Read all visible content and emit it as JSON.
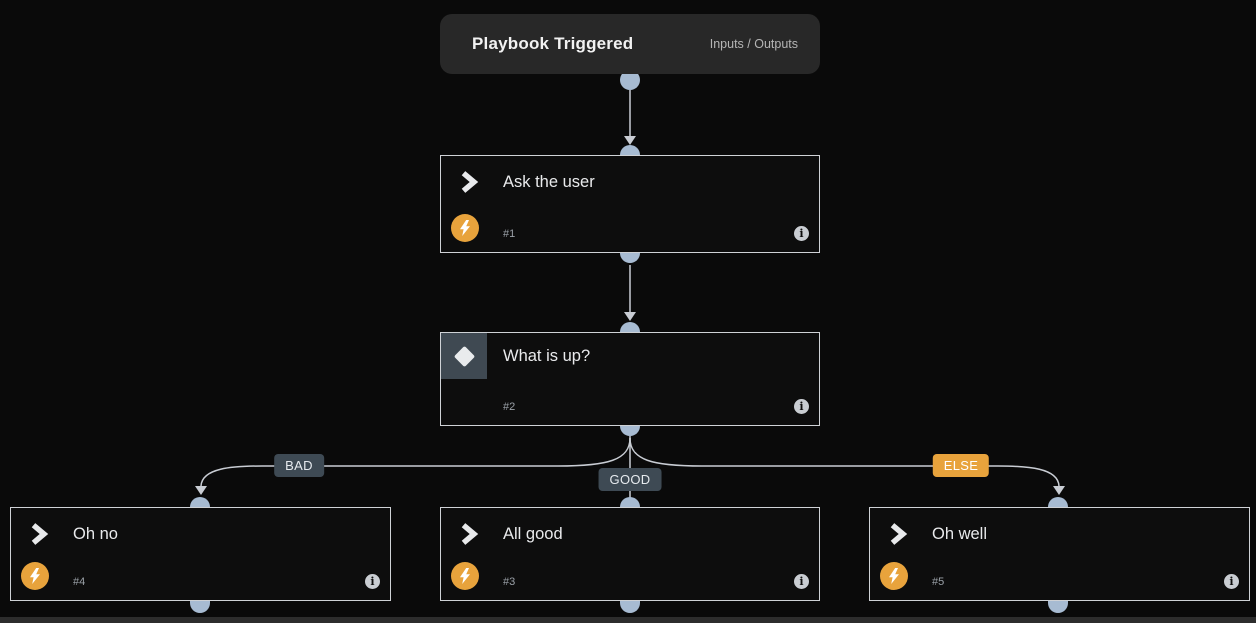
{
  "trigger": {
    "title": "Playbook Triggered",
    "io_label": "Inputs / Outputs"
  },
  "nodes": {
    "ask": {
      "title": "Ask the user",
      "number": "#1",
      "type": "action"
    },
    "decision": {
      "title": "What is up?",
      "number": "#2",
      "type": "decision"
    },
    "oh_no": {
      "title": "Oh no",
      "number": "#4",
      "type": "action"
    },
    "all_good": {
      "title": "All good",
      "number": "#3",
      "type": "action"
    },
    "oh_well": {
      "title": "Oh well",
      "number": "#5",
      "type": "action"
    }
  },
  "branches": {
    "bad": "BAD",
    "good": "GOOD",
    "else": "ELSE"
  },
  "colors": {
    "background": "#0a0a0a",
    "node_border": "#cfd2d6",
    "connector_dot": "#a7bbd2",
    "edge_line": "#c9cdd4",
    "accent_orange": "#e8a33c",
    "badge_dark": "#3e4a54"
  },
  "icons": {
    "action": "chevron-right-icon",
    "decision": "diamond-icon",
    "bolt": "lightning-bolt-icon",
    "info": "info-icon"
  }
}
